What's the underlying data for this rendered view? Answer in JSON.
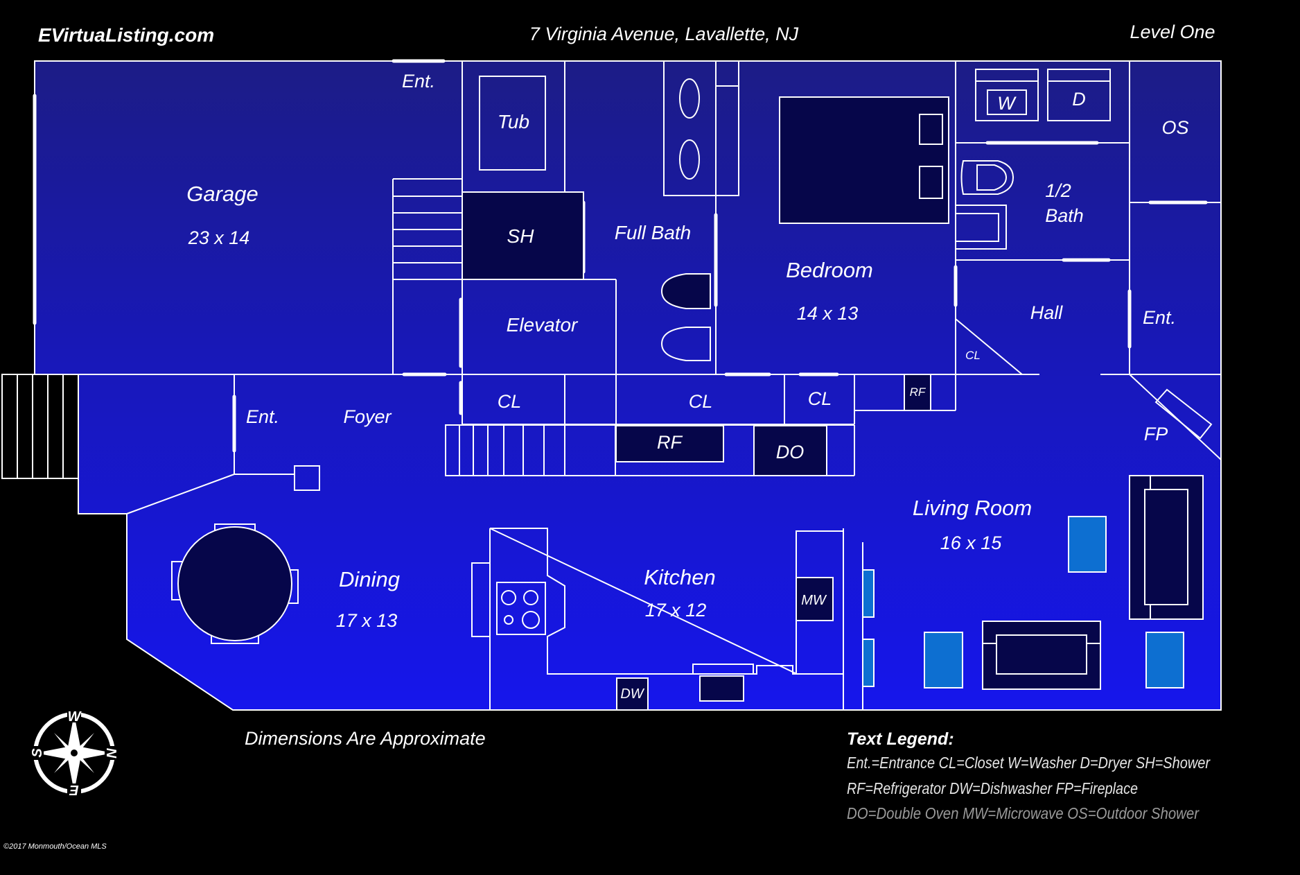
{
  "header": {
    "brand": "EVirtuaListing.com",
    "address": "7 Virginia Avenue, Lavallette, NJ",
    "level": "Level One"
  },
  "rooms": {
    "garage": {
      "name": "Garage",
      "dims": "23 x 14"
    },
    "bedroom": {
      "name": "Bedroom",
      "dims": "14 x 13"
    },
    "dining": {
      "name": "Dining",
      "dims": "17 x 13"
    },
    "kitchen": {
      "name": "Kitchen",
      "dims": "17 x 12"
    },
    "living": {
      "name": "Living Room",
      "dims": "16 x 15"
    },
    "full_bath": "Full Bath",
    "half_bath_1": "1/2",
    "half_bath_2": "Bath",
    "elevator": "Elevator",
    "foyer": "Foyer",
    "hall": "Hall"
  },
  "fixtures": {
    "tub": "Tub",
    "sh": "SH",
    "w": "W",
    "d": "D",
    "os": "OS",
    "ent_garage": "Ent.",
    "ent_foyer": "Ent.",
    "ent_right": "Ent.",
    "cl_1": "CL",
    "cl_2": "CL",
    "cl_3": "CL",
    "cl_small": "CL",
    "rf_main": "RF",
    "rf_small": "RF",
    "do": "DO",
    "mw": "MW",
    "dw": "DW",
    "fp": "FP"
  },
  "footer": {
    "note": "Dimensions Are Approximate",
    "copyright": "©2017 Monmouth/Ocean MLS"
  },
  "legend": {
    "title": "Text Legend:",
    "line1": "Ent.=Entrance CL=Closet W=Washer D=Dryer SH=Shower",
    "line2": "RF=Refrigerator DW=Dishwasher FP=Fireplace",
    "line3": "DO=Double Oven  MW=Microwave  OS=Outdoor Shower"
  },
  "compass": {
    "n": "N",
    "s": "S",
    "e": "E",
    "w": "W"
  },
  "colors": {
    "background": "#000000",
    "floor_top": "#1b1b8a",
    "floor_bottom": "#1717e6",
    "lines": "#ffffff",
    "furniture_dark": "#06064a",
    "chair_blue": "#0d6fd1"
  }
}
